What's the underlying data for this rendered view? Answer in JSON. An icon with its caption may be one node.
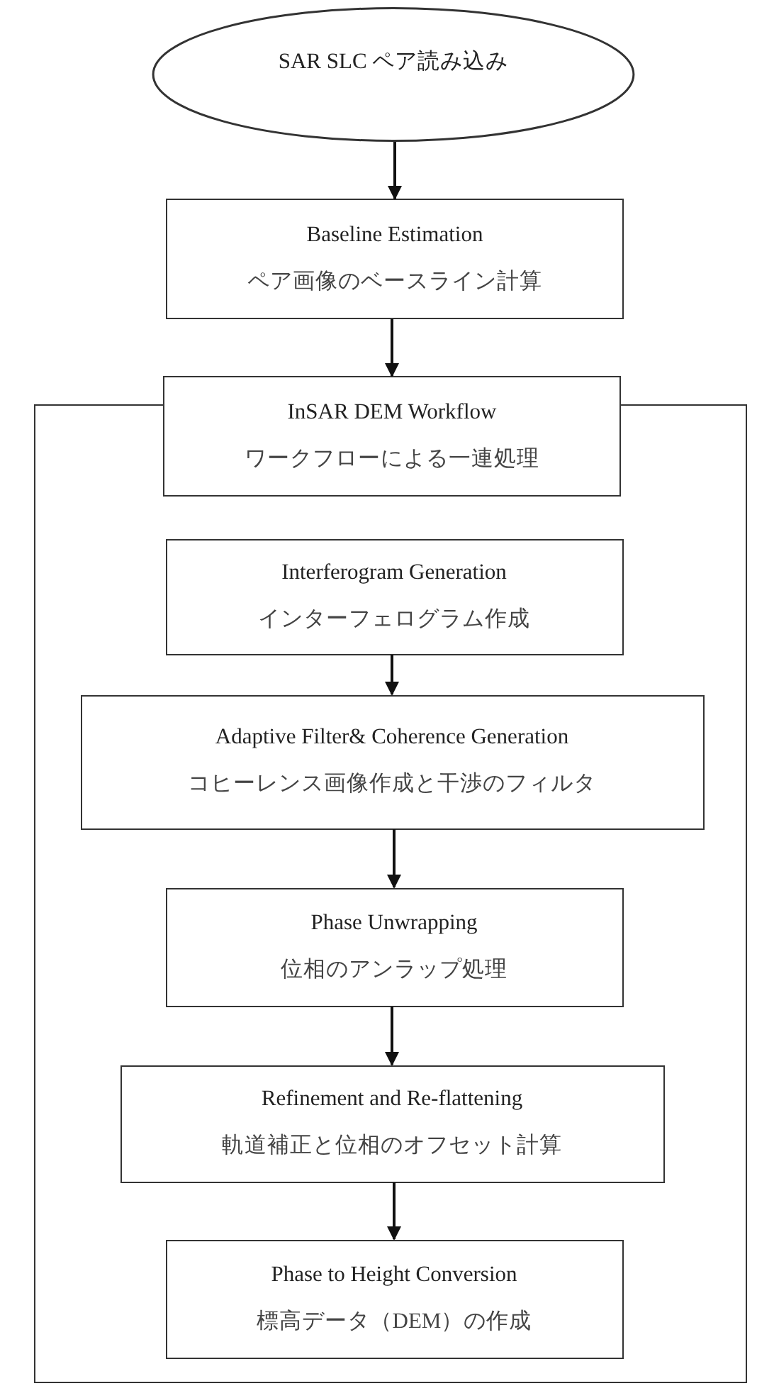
{
  "diagram": {
    "nodes": [
      {
        "text": [
          "SAR SLC ペア読み込み"
        ]
      },
      {
        "text": [
          "Baseline Estimation",
          "ペア画像のベースライン計算"
        ]
      },
      {
        "text": [],
        "shape": "box"
      },
      {
        "text": [
          "InSAR DEM Workflow",
          "ワークフローによる一連処理"
        ]
      },
      {
        "text": [
          "Interferogram Generation",
          "インターフェログラム作成"
        ],
        "in": 2
      },
      {
        "text": [
          "Adaptive Filter& Coherence Generation",
          "コヒーレンス画像作成と干渉のフィルタ"
        ],
        "in": 2
      },
      {
        "text": [
          "Phase Unwrapping",
          "位相のアンラップ処理"
        ],
        "in": 2
      },
      {
        "text": [
          "Refinement and Re-flattening",
          "軌道補正と位相のオフセット計算"
        ],
        "in": 2
      },
      {
        "text": [
          "Phase to Height Conversion",
          "標高データ（DEM）の作成"
        ],
        "in": 2
      }
    ],
    "edges": [
      {
        "from": 0,
        "to": 1,
        "arrow": "to"
      },
      {
        "from": 1,
        "to": 3,
        "arrow": "to"
      },
      {
        "from": 4,
        "to": 5,
        "arrow": "to"
      },
      {
        "from": 5,
        "to": 6,
        "arrow": "to"
      },
      {
        "from": 6,
        "to": 7,
        "arrow": "to"
      },
      {
        "from": 7,
        "to": 8,
        "arrow": "to"
      }
    ]
  }
}
